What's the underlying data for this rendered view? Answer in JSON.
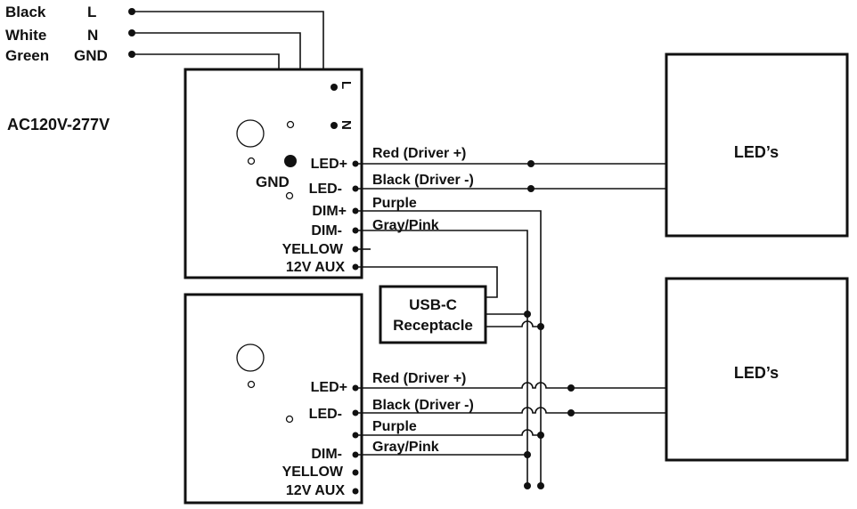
{
  "supply": {
    "wires": [
      {
        "color": "Black",
        "terminal": "L"
      },
      {
        "color": "White",
        "terminal": "N"
      },
      {
        "color": "Green",
        "terminal": "GND"
      }
    ],
    "voltage": "AC120V-277V"
  },
  "driver1": {
    "input_terminals": {
      "l": "L",
      "n": "N",
      "gnd": "GND"
    },
    "outputs": [
      "LED+",
      "LED-",
      "DIM+",
      "DIM-",
      "YELLOW",
      "12V AUX"
    ]
  },
  "driver2": {
    "outputs": [
      "LED+",
      "LED-",
      "DIM-",
      "YELLOW",
      "12V AUX"
    ]
  },
  "wire_labels": {
    "red": "Red (Driver +)",
    "black": "Black (Driver -)",
    "purple": "Purple",
    "gray_pink": "Gray/Pink"
  },
  "usb": {
    "line1": "USB-C",
    "line2": "Receptacle"
  },
  "loads": {
    "top": "LED’s",
    "bottom": "LED’s"
  }
}
